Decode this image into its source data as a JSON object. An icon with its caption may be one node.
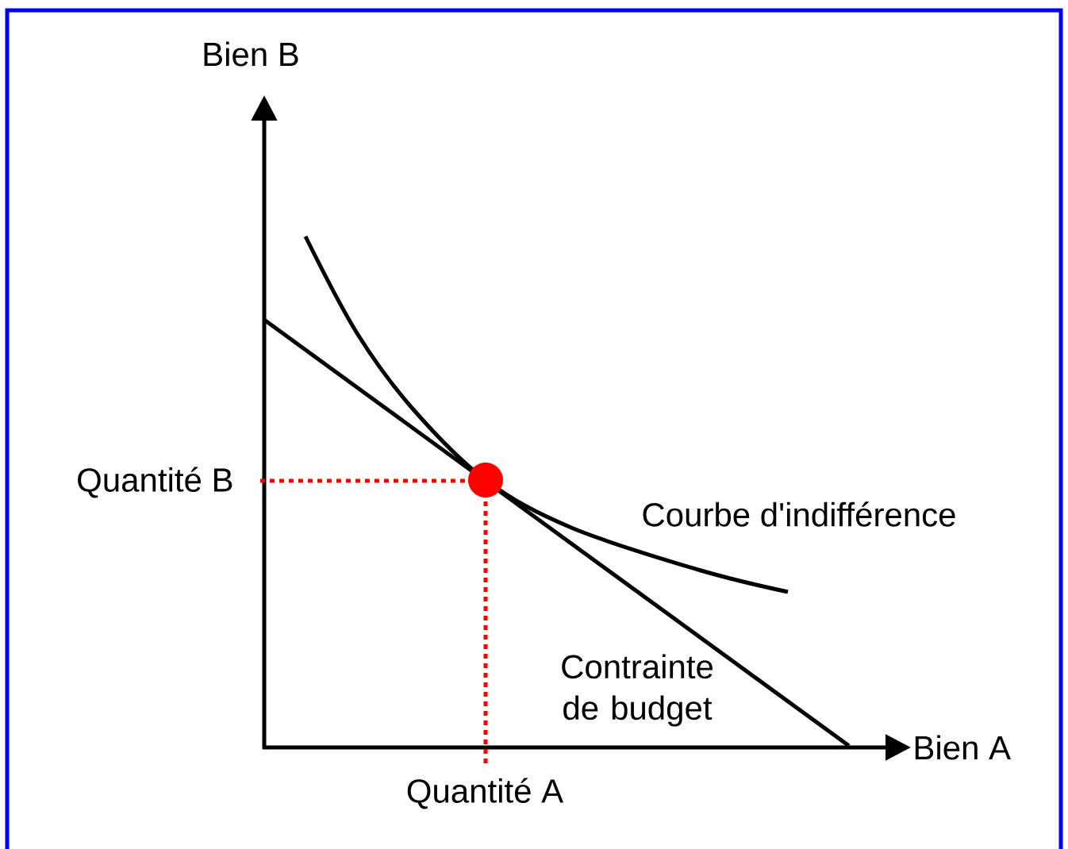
{
  "diagram": {
    "labels": [
      "Bien B",
      "Quantité B",
      "Courbe d'indifférence",
      "Contrainte de budget",
      "Bien A",
      "Quantité A"
    ]
  }
}
